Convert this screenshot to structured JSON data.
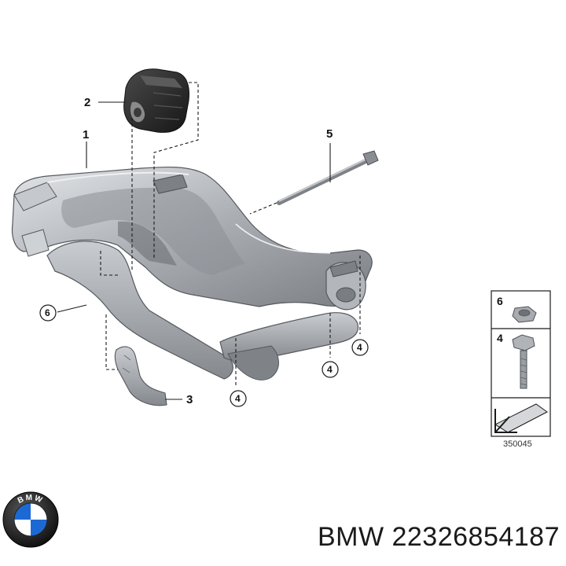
{
  "diagram": {
    "callouts": {
      "c1": "1",
      "c2": "2",
      "c3": "3",
      "c4a": "4",
      "c4b": "4",
      "c4c": "4",
      "c5": "5",
      "c6": "6"
    },
    "legend": {
      "item_nut": "6",
      "item_bolt": "4",
      "code": "350045"
    }
  },
  "logo": {
    "letters": "BMW",
    "colors": {
      "blue": "#1c69d4",
      "ring": "#1a1a1a",
      "white": "#ffffff"
    }
  },
  "caption": "BMW 22326854187",
  "colors": {
    "metal_dark": "#6f7378",
    "metal_mid": "#a4a8ad",
    "metal_light": "#d9dbde",
    "rubber": "#2a2a2a"
  }
}
